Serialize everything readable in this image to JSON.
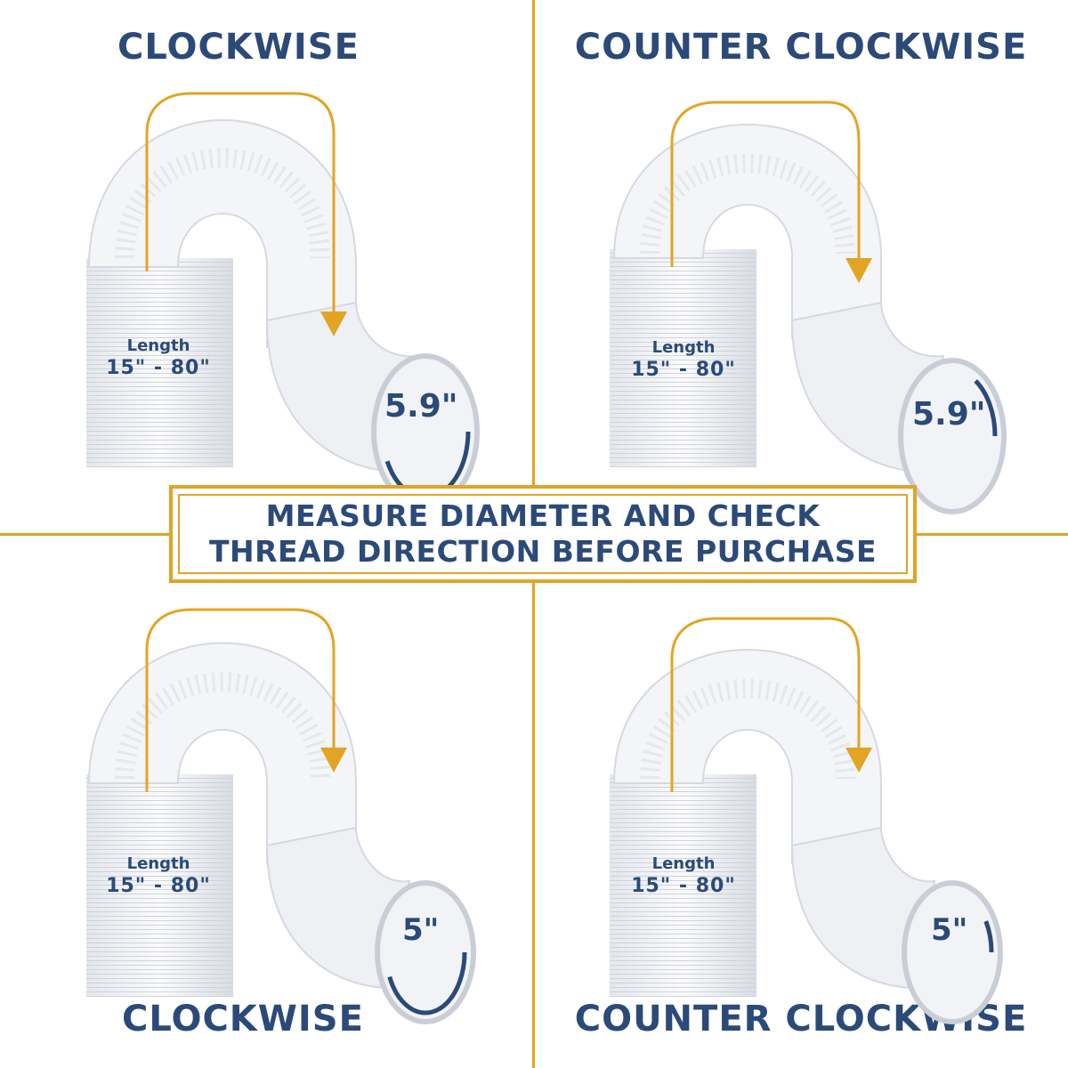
{
  "headings": {
    "top_left": "CLOCKWISE",
    "top_right": "COUNTER CLOCKWISE",
    "bottom_left": "CLOCKWISE",
    "bottom_right": "COUNTER CLOCKWISE"
  },
  "notice": {
    "line1": "MEASURE DIAMETER AND CHECK",
    "line2": "THREAD DIRECTION BEFORE PURCHASE"
  },
  "hoses": {
    "top_left": {
      "length_label": "Length",
      "length_range": "15\" - 80\"",
      "diameter": "5.9\""
    },
    "top_right": {
      "length_label": "Length",
      "length_range": "15\" - 80\"",
      "diameter": "5.9\""
    },
    "bottom_left": {
      "length_label": "Length",
      "length_range": "15\" - 80\"",
      "diameter": "5\""
    },
    "bottom_right": {
      "length_label": "Length",
      "length_range": "15\" - 80\"",
      "diameter": "5\""
    }
  },
  "colors": {
    "text_navy": "#2b4a78",
    "accent_orange": "#e3a424",
    "hose_white": "#f4f5f7",
    "hose_shadow": "#d5d9e0"
  }
}
